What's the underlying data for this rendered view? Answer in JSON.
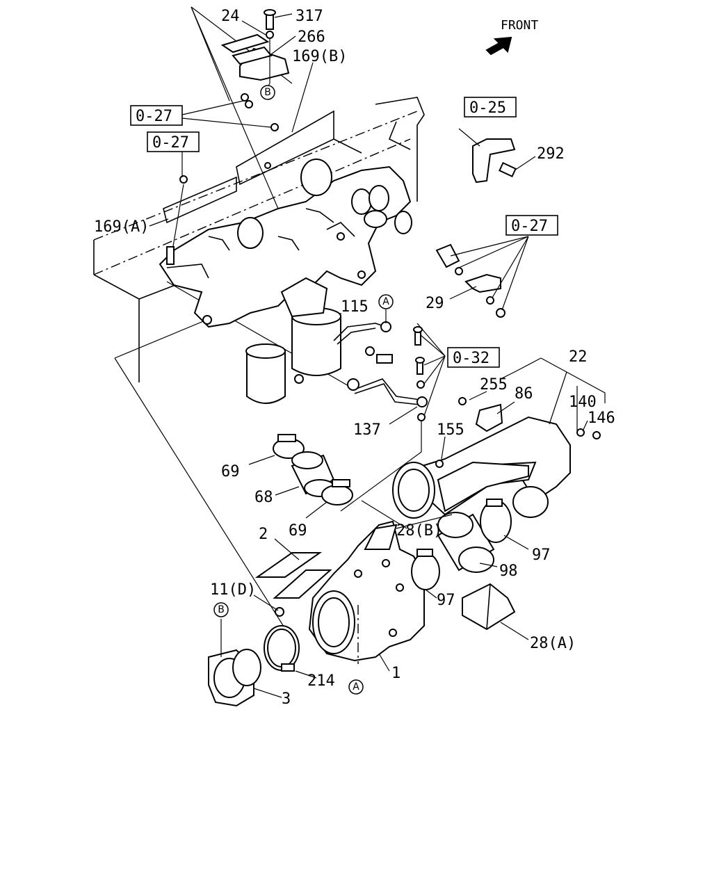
{
  "front_label": "FRONT",
  "labels": {
    "p24": "24",
    "p317": "317",
    "p266": "266",
    "p169b": "169(B)",
    "p292": "292",
    "p169a": "169(A)",
    "p29": "29",
    "p115": "115",
    "p22": "22",
    "p255": "255",
    "p86": "86",
    "p140": "140",
    "p146": "146",
    "p137": "137",
    "p155": "155",
    "p69a": "69",
    "p68": "68",
    "p69b": "69",
    "p28b": "28(B)",
    "p97a": "97",
    "p2": "2",
    "p98": "98",
    "p11d": "11(D)",
    "p97b": "97",
    "p28a": "28(A)",
    "p214": "214",
    "p1": "1",
    "p3": "3"
  },
  "ref_boxes": {
    "r027a": "0-27",
    "r027b": "0-27",
    "r025": "0-25",
    "r027c": "0-27",
    "r032": "0-32"
  },
  "markers": {
    "b_top": "B",
    "a_pipe": "A",
    "b_left": "B",
    "a_bottom": "A"
  }
}
